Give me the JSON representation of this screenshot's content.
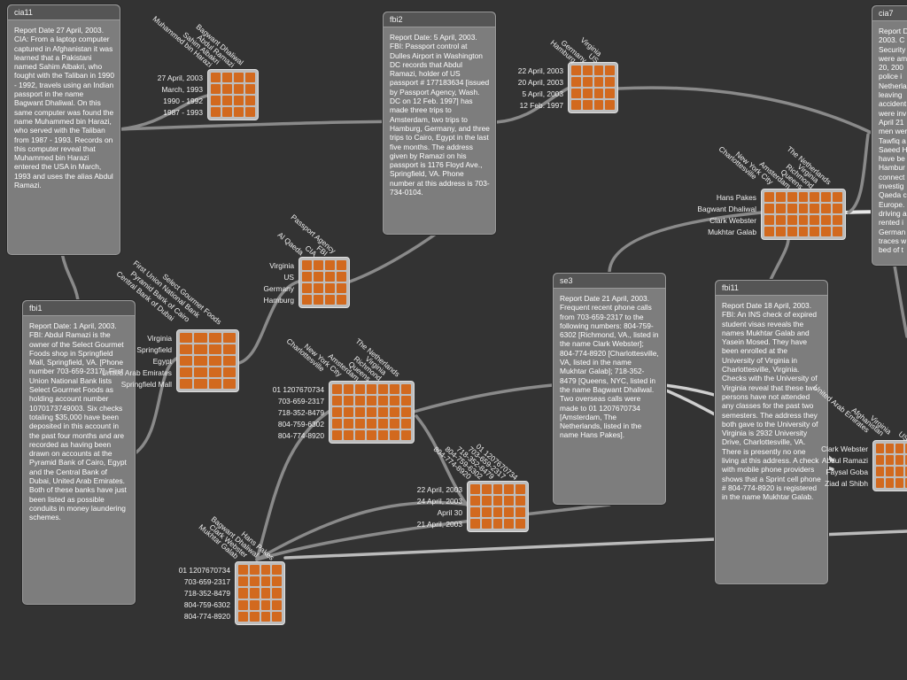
{
  "colors": {
    "background": "#333333",
    "cell": "#d2691e",
    "matrix": "#bdbdbd",
    "doc": "#7d7d7d",
    "link": "#8a8a8a"
  },
  "documents": [
    {
      "id": "cia11",
      "title": "cia11",
      "text": "Report Date 27 April, 2003. CIA: From a laptop computer captured in Afghanistan it was learned that a Pakistani named Sahim Albakri, who fought with the Taliban in 1990 - 1992, travels using an Indian passport in the name Bagwant Dhaliwal. On this same computer was found the name Muhammed bin Harazi, who served with the Taliban from 1987 - 1993. Records on this computer reveal that Muhammed bin Harazi entered the USA in March, 1993 and uses the alias Abdul Ramazi."
    },
    {
      "id": "fbi1",
      "title": "fbi1",
      "text": "Report Date: 1 April, 2003. FBI: Abdul Ramazi is the owner of the Select Gourmet Foods shop in Springfield Mall, Springfield, VA. [Phone number 703-659-2317]. First Union National Bank lists Select Gourmet Foods as holding account number 1070173749003. Six checks totaling $35,000 have been deposited in this account in the past four months and are recorded as having been drawn on accounts at the Pyramid Bank of Cairo, Egypt and the Central Bank of Dubai, United Arab Emirates. Both of these banks have just been listed as possible conduits in money laundering schemes."
    },
    {
      "id": "fbi2",
      "title": "fbi2",
      "text": "Report Date: 5 April, 2003. FBI: Passport control at Dulles Airport in Washington DC records that Abdul Ramazi, holder of US passport # 177183634 [issued by Passport Agency, Wash. DC on 12 Feb. 1997] has made three trips to Amsterdam, two trips to Hamburg, Germany, and three trips to Cairo, Egypt in the last five months. The address given by Ramazi on his passport is 1176 Floyd Ave., Springfield, VA. Phone number at this address is 703-734-0104."
    },
    {
      "id": "se3",
      "title": "se3",
      "text": "Report Date 21 April, 2003. Frequent recent phone calls from 703-659-2317 to the following numbers: 804-759-6302 [Richmond, VA., listed in the name Clark Webster]; 804-774-8920 [Charlottesville, VA, listed in the name Mukhtar Galab]; 718-352-8479 [Queens, NYC, listed in the name Bagwant Dhaliwal. Two overseas calls were made to 01 1207670734 [Amsterdam, The Netherlands, listed in the name Hans Pakes]."
    },
    {
      "id": "fbi11",
      "title": "fbi11",
      "text": "Report Date 18 April, 2003. FBI: An INS check of expired student visas reveals the names Mukhtar Galab and Yasein Mosed. They have been enrolled at the University of Virginia in Charlottesville, Virginia. Checks with the University of Virginia reveal that these two persons have not attended any classes for the past two semesters. The address they both gave to the University of Virginia is 2932 University Drive, Charlottesville, VA. There is presently no one living at this address. A check with mobile phone providers shows that a Sprint cell phone # 804-774-8920 is registered in the name Mukhtar Galab."
    },
    {
      "id": "cia7",
      "title": "cia7",
      "text": "Report D\n2003. C\nSecurity\nwere am\n20, 200\npolice i\nNetherla\nleaving\naccident\nwere inv\nApril 21\nmen wer\nTawfiq a\nSaeed H\nhave be\nHambur\nconnect\ninvestig\nQaeda c\nEurope.\ndriving a\nrented i\nGerman\ntraces w\nbed of t"
    }
  ],
  "matrices": [
    {
      "id": "m-cia11",
      "rows_left": [
        "27 April, 2003",
        "March, 1993",
        "1990 - 1992",
        "1987 - 1993"
      ],
      "cols_top": [
        "Muhammed bin Harazi",
        "Sahim Albakri",
        "Abdul Ramazi",
        "Bagwant Dhaliwal"
      ]
    },
    {
      "id": "m-fbi2",
      "rows_left": [
        "22 April, 2003",
        "20 April, 2003",
        "5 April, 2003",
        "12 Feb. 1997"
      ],
      "cols_top": [
        "Hamburg",
        "Germany",
        "US",
        "Virginia"
      ]
    },
    {
      "id": "m-agency",
      "rows_left": [
        "Virginia",
        "US",
        "Germany",
        "Hamburg"
      ],
      "cols_top": [
        "Al Qaeda",
        "CIA",
        "FBI",
        "Passport Agency"
      ]
    },
    {
      "id": "m-banks",
      "rows_left": [
        "Virginia",
        "Springfield",
        "Egypt",
        "United Arab Emirates",
        "Springfield Mall"
      ],
      "cols_top": [
        "Central Bank of Dubai",
        "Pyramid Bank of Cairo",
        "First Union National Bank",
        "Select Gourmet Foods"
      ]
    },
    {
      "id": "m-names",
      "rows_left": [
        "Hans Pakes",
        "Bagwant Dhaliwal",
        "Clark Webster",
        "Mukhtar Galab"
      ],
      "cols_top": [
        "Charlottesville",
        "New York City",
        "Amsterdam",
        "Queens",
        "Richmond",
        "Virginia",
        "The Netherlands"
      ]
    },
    {
      "id": "m-phones-places",
      "rows_left": [
        "01 1207670734",
        "703-659-2317",
        "718-352-8479",
        "804-759-6302",
        "804-774-8920"
      ],
      "cols_top": [
        "Charlottesville",
        "New York City",
        "Amsterdam",
        "Queens",
        "Richmond",
        "Virginia",
        "The Netherlands"
      ]
    },
    {
      "id": "m-dates-phones",
      "rows_left": [
        "22 April, 2003",
        "24 April, 2003",
        "April 30",
        "21 April, 2003"
      ],
      "cols_top": [
        "804-774-8920",
        "804-759-6302",
        "718-352-8479",
        "703-659-2317",
        "01 1207670734"
      ]
    },
    {
      "id": "m-phones-names",
      "rows_left": [
        "01 1207670734",
        "703-659-2317",
        "718-352-8479",
        "804-759-6302",
        "804-774-8920"
      ],
      "cols_top": [
        "Mukhtar Galab",
        "Clark Webster",
        "Bagwant Dhaliwal",
        "Hans Pakes"
      ]
    },
    {
      "id": "m-right",
      "rows_left": [
        "Clark Webster",
        "Abdul Ramazi",
        "Faysal Goba",
        "Ziad al Shibh"
      ],
      "cols_top": [
        "United Arab Emirates",
        "Afghanistan",
        "Virginia",
        "US"
      ]
    }
  ]
}
